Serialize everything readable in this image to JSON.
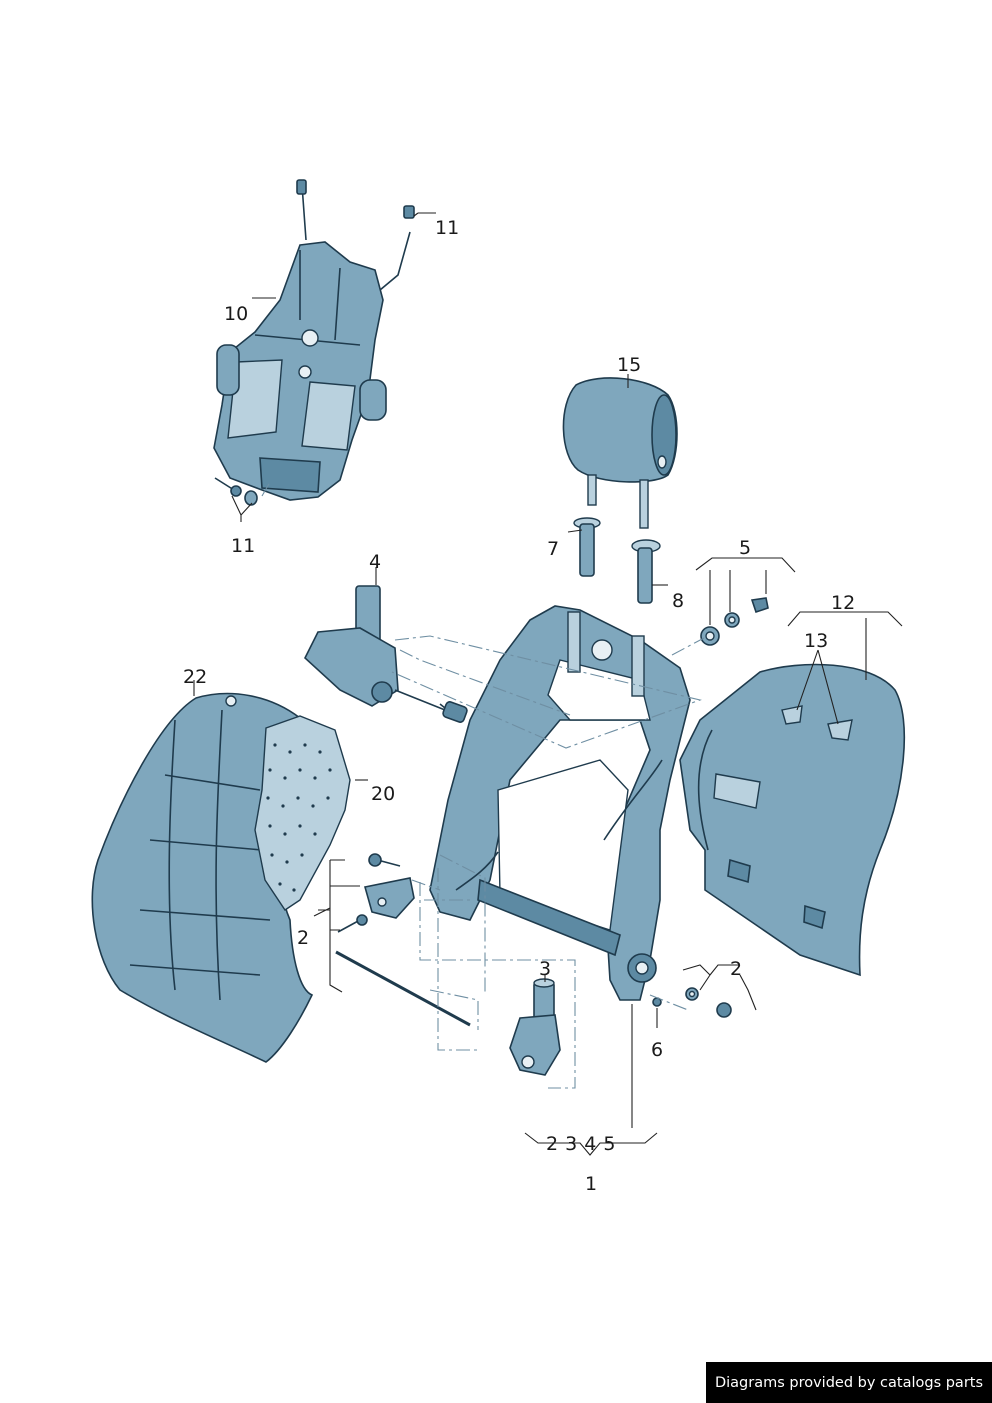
{
  "callouts": {
    "c1": "1",
    "c2_left": "2",
    "c2_right": "2",
    "c3": "3",
    "c4": "4",
    "c5": "5",
    "c6": "6",
    "c7": "7",
    "c8": "8",
    "c10": "10",
    "c11_top": "11",
    "c11_bottom": "11",
    "c12": "12",
    "c13": "13",
    "c15": "15",
    "c20": "20",
    "c22": "22",
    "set": "2 3 4 5"
  },
  "footer": {
    "credit": "Diagrams provided by catalogs parts"
  },
  "colors": {
    "part": "#7fa7bd",
    "part_dark": "#5d8aa3",
    "outline": "#1f3b4d",
    "leader": "#222222",
    "dashed_leader": "#6f8fa3",
    "credit_bg": "#000000",
    "credit_text": "#ffffff"
  }
}
